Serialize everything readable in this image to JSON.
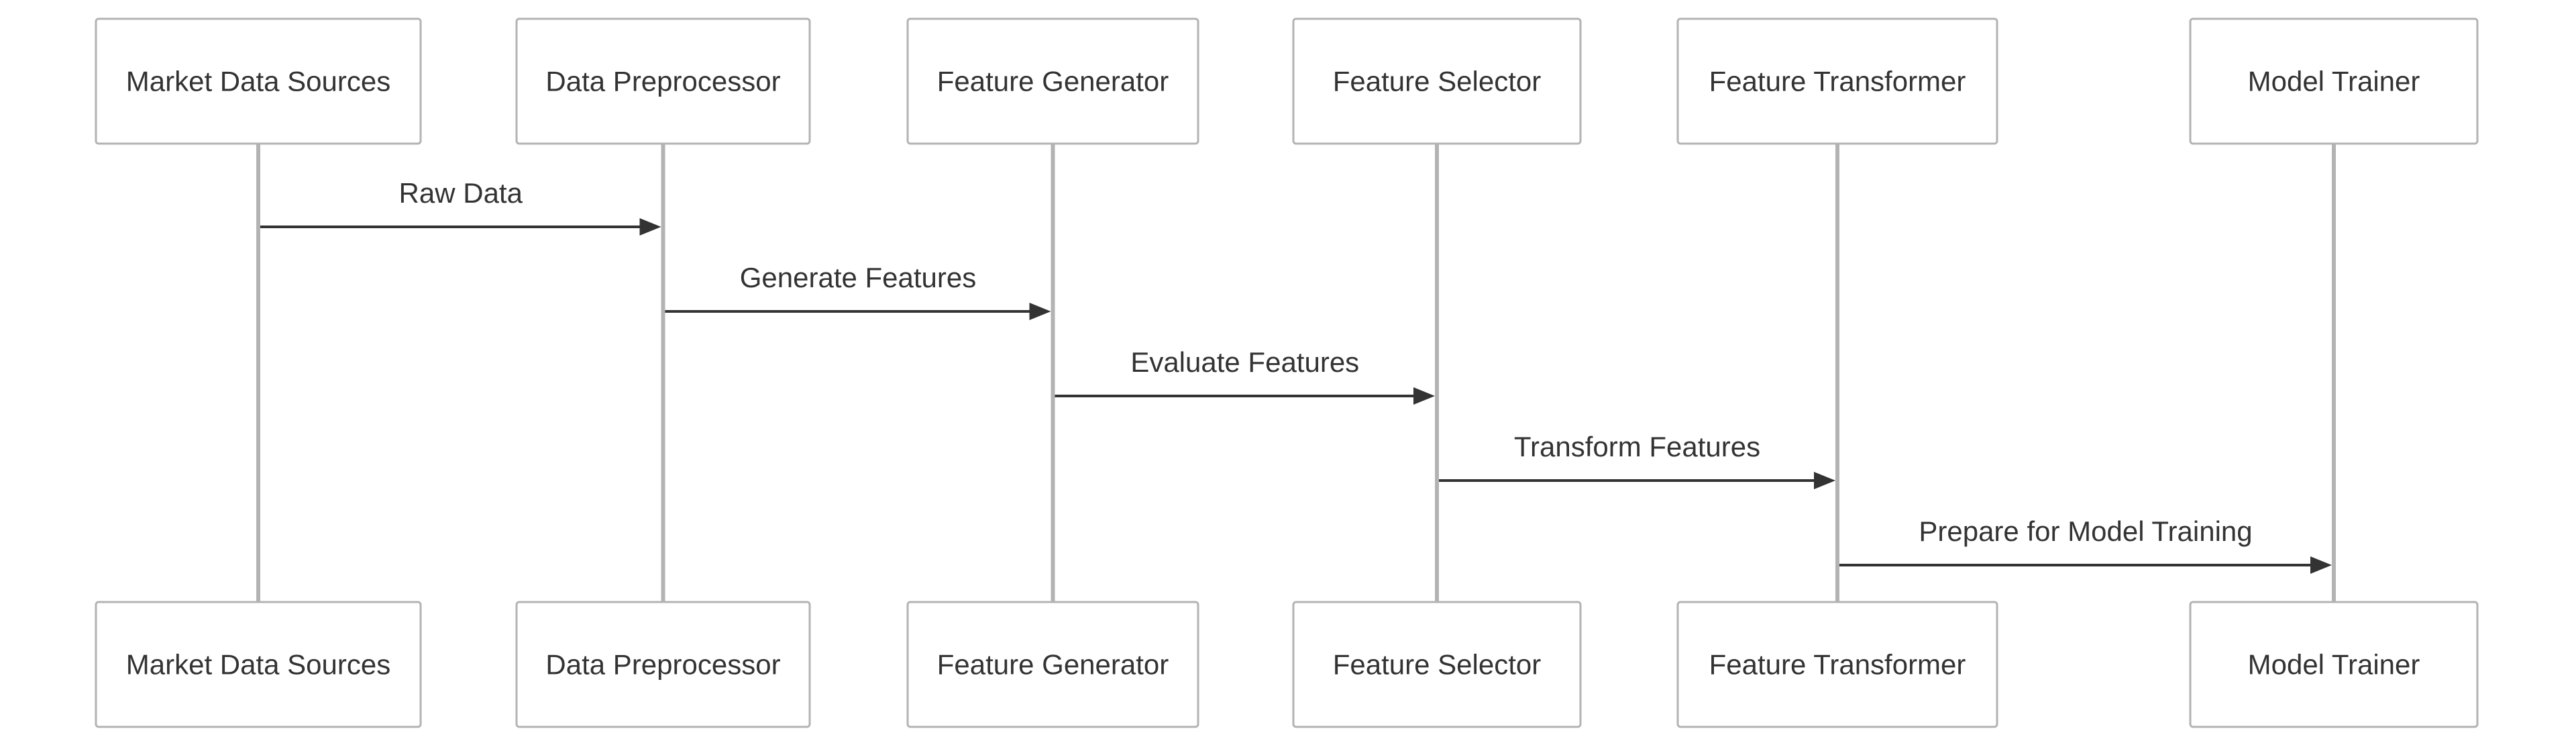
{
  "diagram": {
    "type": "sequence",
    "participants": [
      {
        "id": "market",
        "label": "Market Data Sources"
      },
      {
        "id": "preprocessor",
        "label": "Data Preprocessor"
      },
      {
        "id": "generator",
        "label": "Feature Generator"
      },
      {
        "id": "selector",
        "label": "Feature Selector"
      },
      {
        "id": "transformer",
        "label": "Feature Transformer"
      },
      {
        "id": "trainer",
        "label": "Model Trainer"
      }
    ],
    "messages": [
      {
        "from": 0,
        "to": 1,
        "label": "Raw Data"
      },
      {
        "from": 1,
        "to": 2,
        "label": "Generate Features"
      },
      {
        "from": 2,
        "to": 3,
        "label": "Evaluate Features"
      },
      {
        "from": 3,
        "to": 4,
        "label": "Transform Features"
      },
      {
        "from": 4,
        "to": 5,
        "label": "Prepare for Model Training"
      }
    ],
    "colors": {
      "box_border": "#b3b3b3",
      "lifeline": "#b3b3b3",
      "arrow": "#333333",
      "text": "#333333",
      "background": "#ffffff"
    }
  }
}
